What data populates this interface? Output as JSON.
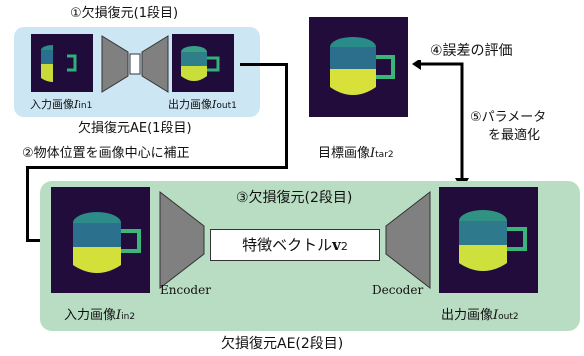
{
  "top": {
    "title": "①欠損復元(1段目)",
    "input_label": "入力画像",
    "input_var": "I",
    "input_sub": "in1",
    "output_label": "出力画像",
    "output_var": "I",
    "output_sub": "out1",
    "ae_label": "欠損復元AE(1段目)"
  },
  "step2": "②物体位置を画像中心に補正",
  "target": {
    "label": "目標画像",
    "var": "I",
    "sub": "tar2"
  },
  "step4": "④誤差の評価",
  "step5_line1": "⑤パラメータ",
  "step5_line2": "を最適化",
  "bottom": {
    "title": "③欠損復元(2段目)",
    "vector_text": "特徴ベクトル",
    "vector_var": "v",
    "vector_sub": "2",
    "encoder": "Encoder",
    "decoder": "Decoder",
    "input_label": "入力画像",
    "input_var": "I",
    "input_sub": "in2",
    "output_label": "出力画像",
    "output_var": "I",
    "output_sub": "out2",
    "ae_label": "欠損復元AE(2段目)"
  },
  "colors": {
    "box_top": "#cce6f4",
    "box_bottom": "#b9ddc3",
    "image_bg": "#1f0d3a",
    "net_gray": "#808080"
  }
}
